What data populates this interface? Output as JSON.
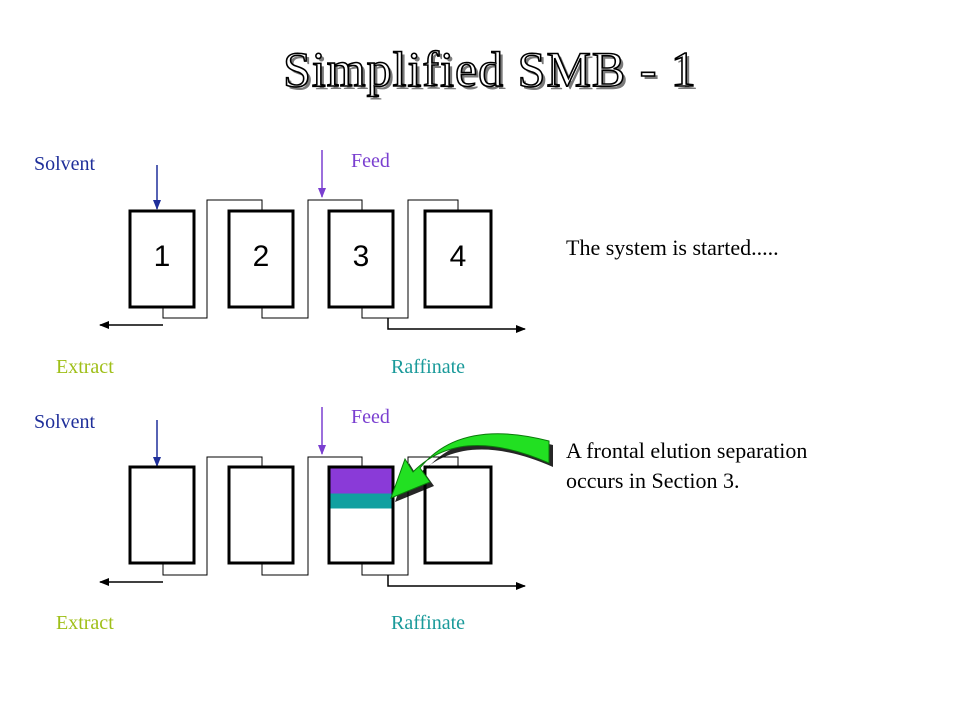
{
  "title": "Simplified SMB - 1",
  "colors": {
    "solvent": "#1f2f9a",
    "feed": "#7a3fd0",
    "extract": "#9fbf18",
    "raffinate": "#1a9a9a",
    "band_purple": "#8a3ad8",
    "band_teal": "#11a0a0",
    "arrow_green": "#22e022"
  },
  "panel1": {
    "solvent": "Solvent",
    "feed": "Feed",
    "extract": "Extract",
    "raffinate": "Raffinate",
    "columns": [
      "1",
      "2",
      "3",
      "4"
    ],
    "caption": "The system is started....."
  },
  "panel2": {
    "solvent": "Solvent",
    "feed": "Feed",
    "extract": "Extract",
    "raffinate": "Raffinate",
    "caption_line1": "A frontal elution separation",
    "caption_line2": "occurs in Section 3."
  }
}
